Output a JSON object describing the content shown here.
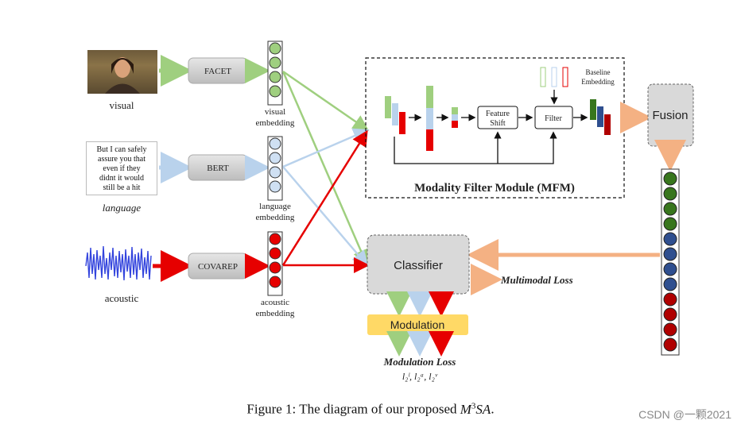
{
  "inputs": {
    "visual": {
      "label": "visual",
      "extractor": "FACET",
      "embedding": "visual embedding"
    },
    "language": {
      "label": "language",
      "extractor": "BERT",
      "embedding": "language embedding",
      "text_lines": [
        "But I can safely",
        "assure you that",
        "even if they",
        "didnt it would",
        "still be a hit"
      ]
    },
    "acoustic": {
      "label": "acoustic",
      "extractor": "COVAREP",
      "embedding": "acoustic embedding"
    }
  },
  "mfm": {
    "title": "Modality Filter Module (MFM)",
    "feature_shift": [
      "Feature",
      "Shift"
    ],
    "filter": "Filter",
    "baseline": [
      "Baseline",
      "Embedding"
    ]
  },
  "fusion": "Fusion",
  "classifier": "Classifier",
  "multimodal_loss": "Multimodal Loss",
  "modulation": "Modulation",
  "modulation_loss": "Modulation Loss",
  "caption": {
    "prefix": "Figure 1: The diagram of our proposed",
    "model": "M",
    "sup": "3",
    "model_rest": "SA",
    "suffix": "."
  },
  "watermark": "CSDN @一颗2021",
  "colors": {
    "green": "#6aa84f",
    "blue": "#a9c4e4",
    "red": "#e60000",
    "orange": "#f4b183",
    "darkgreen": "#38761d",
    "darkblue": "#2f4f8f",
    "darkred": "#b00000"
  }
}
